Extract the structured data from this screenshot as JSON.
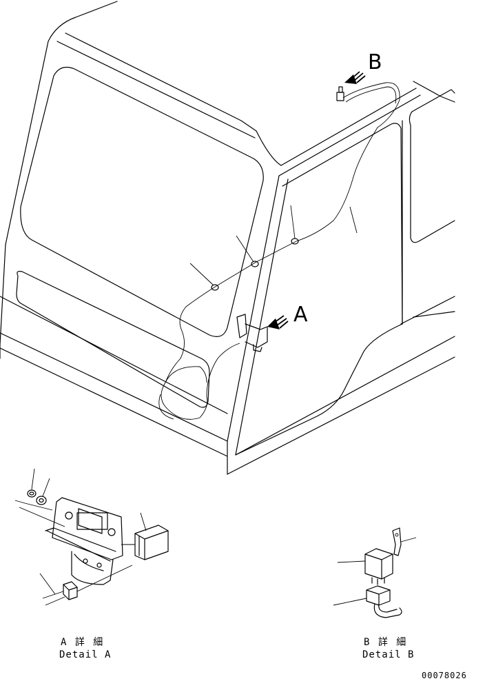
{
  "view_labels": {
    "a": "A",
    "b": "B"
  },
  "detail_a": {
    "jp": "A 詳 細",
    "en": "Detail A"
  },
  "detail_b": {
    "jp": "B 詳 細",
    "en": "Detail B"
  },
  "drawing_number": "00078026"
}
